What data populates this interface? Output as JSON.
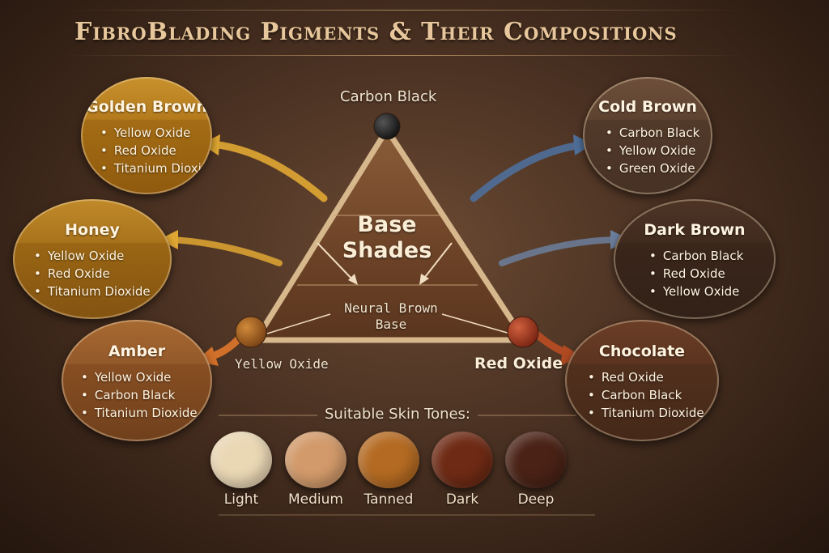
{
  "title": "FibroBlading Pigments & Their Compositions",
  "triangle": {
    "center_line1": "Base",
    "center_line2": "Shades",
    "neutral_line1": "Neural Brown",
    "neutral_line2": "Base",
    "top_vertex": "Carbon Black",
    "left_vertex": "Yellow Oxide",
    "right_vertex": "Red Oxide"
  },
  "pigments": [
    {
      "name": "Golden Brown",
      "ingredients": [
        "Yellow Oxide",
        "Red Oxide",
        "Titanium Dioxide"
      ],
      "color": "#b47a1c"
    },
    {
      "name": "Honey",
      "ingredients": [
        "Yellow Oxide",
        "Red Oxide",
        "Titanium Dioxide"
      ],
      "color": "#a9731c"
    },
    {
      "name": "Amber",
      "ingredients": [
        "Yellow Oxide",
        "Carbon Black",
        "Titanium Dioxide"
      ],
      "color": "#94592a"
    },
    {
      "name": "Cold Brown",
      "ingredients": [
        "Carbon Black",
        "Yellow Oxide",
        "Green Oxide"
      ],
      "color": "#5d4230"
    },
    {
      "name": "Dark Brown",
      "ingredients": [
        "Carbon Black",
        "Red Oxide",
        "Yellow Oxide"
      ],
      "color": "#412b1f"
    },
    {
      "name": "Chocolate",
      "ingredients": [
        "Red Oxide",
        "Carbon Black",
        "Titanium Dioxide"
      ],
      "color": "#5c341f"
    }
  ],
  "skin_tones": {
    "heading": "Suitable Skin Tones:",
    "items": [
      {
        "label": "Light",
        "color": "#ead7b4"
      },
      {
        "label": "Medium",
        "color": "#d29a6a"
      },
      {
        "label": "Tanned",
        "color": "#b46a22"
      },
      {
        "label": "Dark",
        "color": "#6e2a14"
      },
      {
        "label": "Deep",
        "color": "#4a2216"
      }
    ]
  },
  "arrow_colors": {
    "golden": "#e0a733",
    "honey": "#e0a733",
    "amber": "#d0702a",
    "cold": "#4f6f9a",
    "dark": "#6c7f9c",
    "choc": "#b04a22"
  }
}
